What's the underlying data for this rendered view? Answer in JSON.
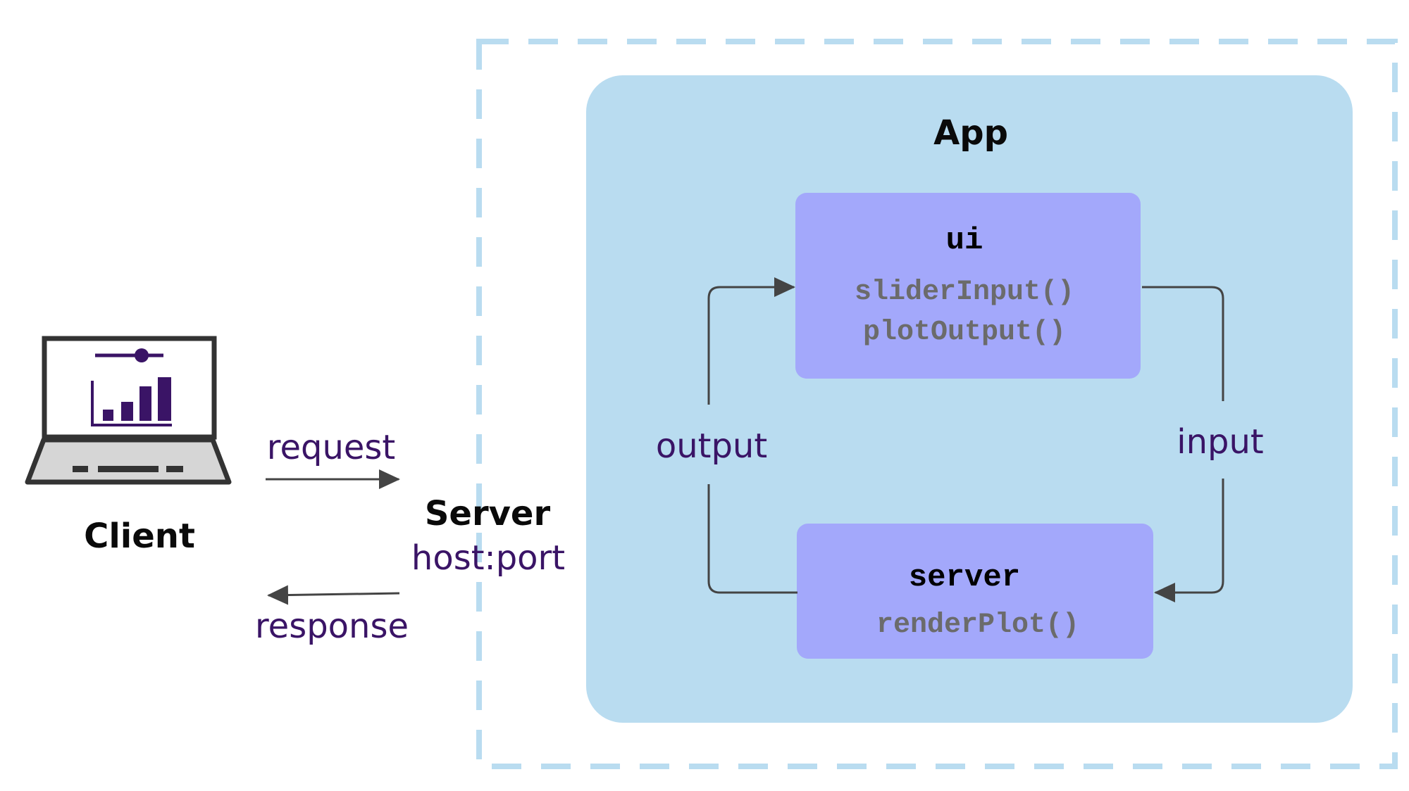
{
  "client": {
    "label": "Client"
  },
  "request_label": "request",
  "response_label": "response",
  "server_host": {
    "label": "Server",
    "address": "host:port"
  },
  "app": {
    "title": "App",
    "ui_box": {
      "title": "ui",
      "functions": [
        "sliderInput()",
        "plotOutput()"
      ]
    },
    "server_box": {
      "title": "server",
      "functions": [
        "renderPlot()"
      ]
    },
    "output_label": "output",
    "input_label": "input"
  },
  "colors": {
    "dashed_border": "#b9dcf0",
    "app_background": "#b9dcf0",
    "box_fill": "#a3a8fb",
    "label_purple": "#3a1466",
    "arrow": "#444444",
    "laptop_frame": "#333333",
    "laptop_chart": "#3a1466"
  },
  "icons": {
    "client_device": "laptop-chart-icon"
  }
}
